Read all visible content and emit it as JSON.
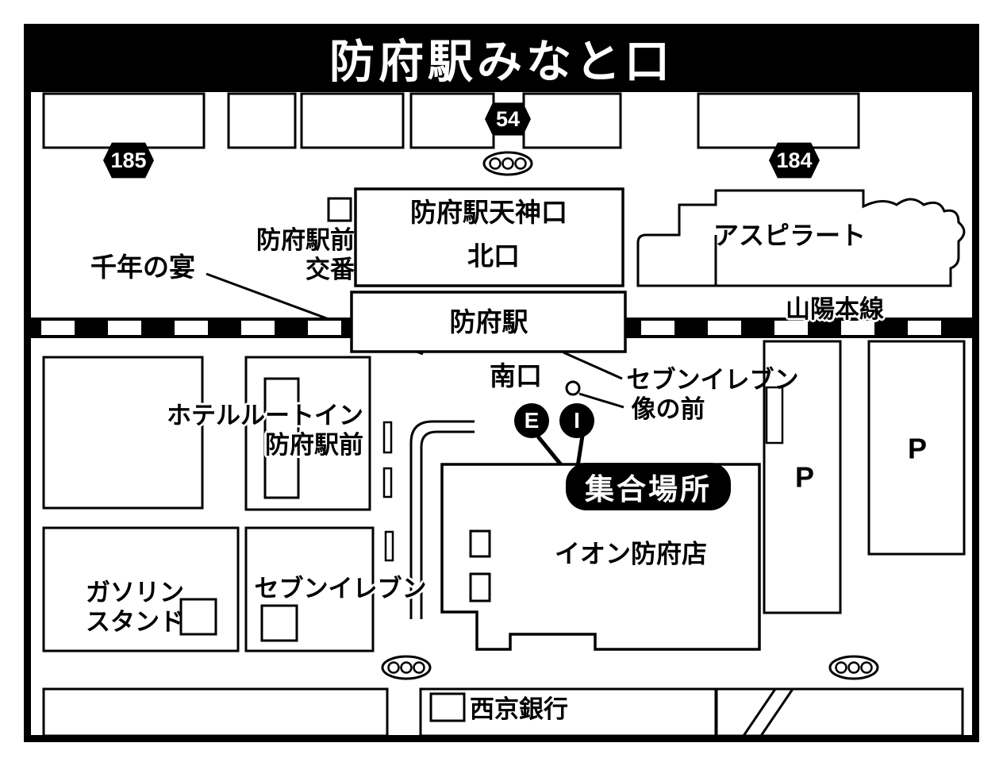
{
  "header": {
    "title": "防府駅みなと口"
  },
  "colors": {
    "ink": "#000000",
    "paper": "#ffffff"
  },
  "route_signs": [
    {
      "number": "185"
    },
    {
      "number": "54"
    },
    {
      "number": "184"
    }
  ],
  "map": {
    "station": {
      "name": "防府駅",
      "tenjin_exit": "防府駅天神口",
      "north_exit": "北口",
      "south_exit": "南口",
      "rail_line": "山陽本線"
    },
    "police_box": {
      "line1": "防府駅前",
      "line2": "交番"
    },
    "landmarks": {
      "chitose": "千年の宴",
      "aspirate": "アスピラート",
      "seven_eleven_station": "セブンイレブン",
      "statue_front": "像の前",
      "hotel_line1": "ホテルルートイン",
      "hotel_line2": "防府駅前",
      "aeon": "イオン防府店",
      "parking_center": "P",
      "parking_east": "P",
      "seven_eleven_south": "セブンイレブン",
      "gas_line1": "ガソリン",
      "gas_line2": "スタンド",
      "bank": "西京銀行"
    },
    "meeting": {
      "label": "集合場所",
      "marker_e": "E",
      "marker_i": "I"
    },
    "icons": [
      "traffic-light-icon",
      "police-box-icon",
      "statue-marker-icon",
      "gas-station-building-icon",
      "seven-eleven-building-icon",
      "bank-building-icon"
    ]
  }
}
